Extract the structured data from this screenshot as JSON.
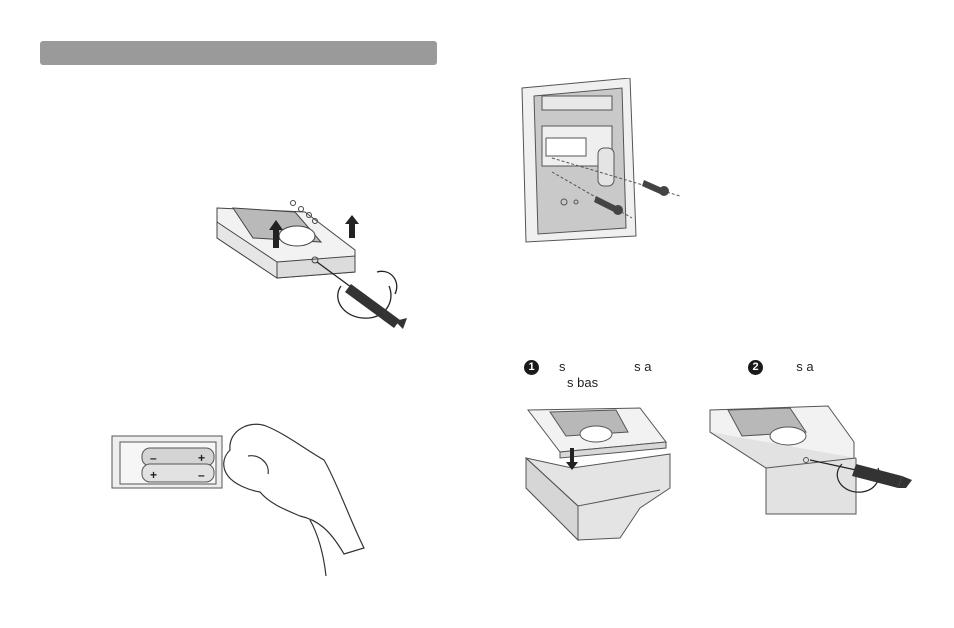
{
  "steps": [
    {
      "number": "1",
      "line1": "s                   s a",
      "line2": "s bas"
    },
    {
      "number": "2",
      "line1": "                         s a",
      "line2": ""
    }
  ]
}
